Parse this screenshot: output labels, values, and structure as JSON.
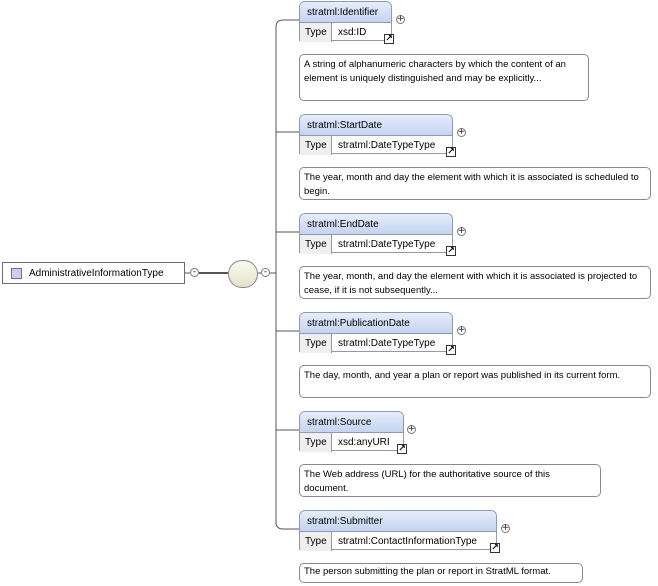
{
  "root": {
    "label": "AdministrativeInformationType",
    "toggle": "-"
  },
  "sequence": {
    "toggle": "-"
  },
  "elements": [
    {
      "name": "stratml:Identifier",
      "type_label": "Type",
      "type": "xsd:ID",
      "toggle": "+",
      "link": "↗",
      "description": "A string of alphanumeric characters by which the content of an element is uniquely distinguished and may be explicitly..."
    },
    {
      "name": "stratml:StartDate",
      "type_label": "Type",
      "type": "stratml:DateTypeType",
      "toggle": "+",
      "link": "↗",
      "description": "The year, month and day the element with which it is associated is scheduled to begin."
    },
    {
      "name": "stratml:EndDate",
      "type_label": "Type",
      "type": "stratml:DateTypeType",
      "toggle": "+",
      "link": "↗",
      "description": "The year, month, and day the element with which it is associated is projected to cease, if it is not subsequently..."
    },
    {
      "name": "stratml:PublicationDate",
      "type_label": "Type",
      "type": "stratml:DateTypeType",
      "toggle": "+",
      "link": "↗",
      "description": "The day, month, and year a plan or report was published in its current form."
    },
    {
      "name": "stratml:Source",
      "type_label": "Type",
      "type": "xsd:anyURI",
      "toggle": "+",
      "link": "↗",
      "description": "The Web address (URL) for the authoritative source of this document."
    },
    {
      "name": "stratml:Submitter",
      "type_label": "Type",
      "type": "stratml:ContactInformationType",
      "toggle": "+",
      "link": "↗",
      "description": "The person submitting the plan or report in StratML format."
    }
  ]
}
